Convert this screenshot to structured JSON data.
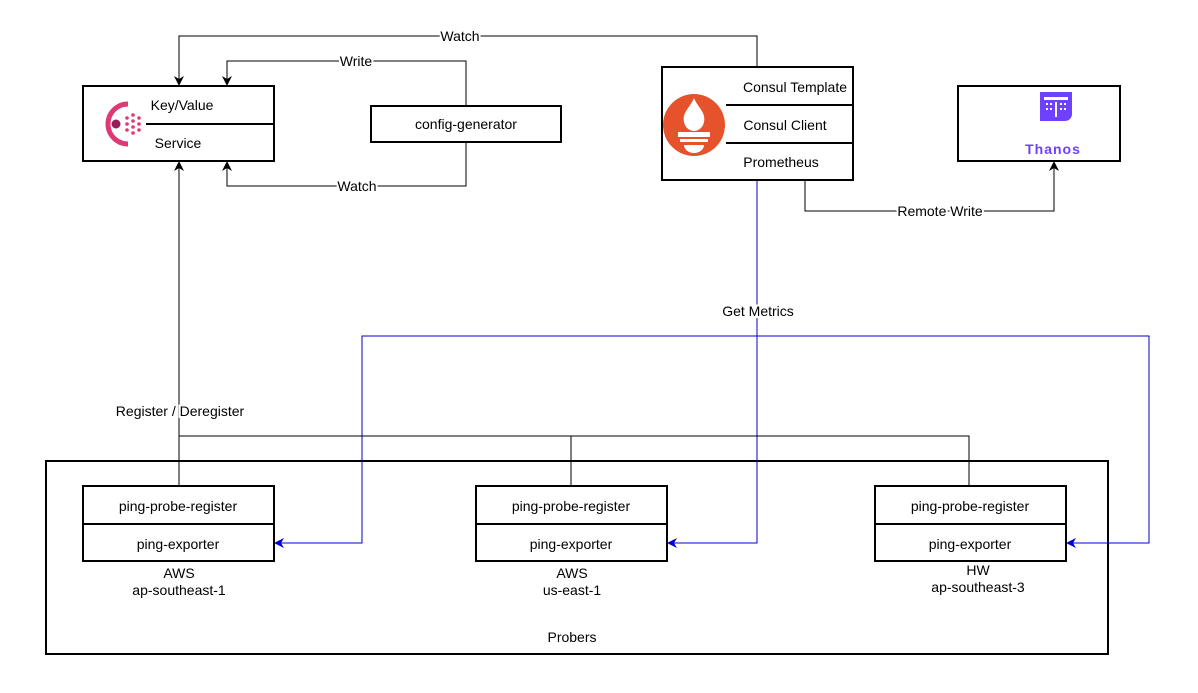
{
  "consul": {
    "items": [
      "Key/Value",
      "Service"
    ],
    "logo": "consul-logo",
    "color": "#e03875"
  },
  "config_generator": {
    "label": "config-generator"
  },
  "prometheus": {
    "items": [
      "Consul Template",
      "Consul Client",
      "Prometheus"
    ],
    "logo": "prometheus-logo",
    "color": "#e6522c"
  },
  "thanos": {
    "label": "Thanos",
    "color": "#6d41ff"
  },
  "edges": {
    "watch_top": "Watch",
    "write": "Write",
    "watch_bottom": "Watch",
    "remote_write": "Remote Write",
    "get_metrics": "Get Metrics",
    "register": "Register / Deregister"
  },
  "probers": {
    "label": "Probers",
    "nodes": [
      {
        "register": "ping-probe-register",
        "exporter": "ping-exporter",
        "provider": "AWS",
        "region": "ap-southeast-1"
      },
      {
        "register": "ping-probe-register",
        "exporter": "ping-exporter",
        "provider": "AWS",
        "region": "us-east-1"
      },
      {
        "register": "ping-probe-register",
        "exporter": "ping-exporter",
        "provider": "HW",
        "region": "ap-southeast-3"
      }
    ]
  },
  "colors": {
    "metrics_edge": "#0000cc"
  }
}
